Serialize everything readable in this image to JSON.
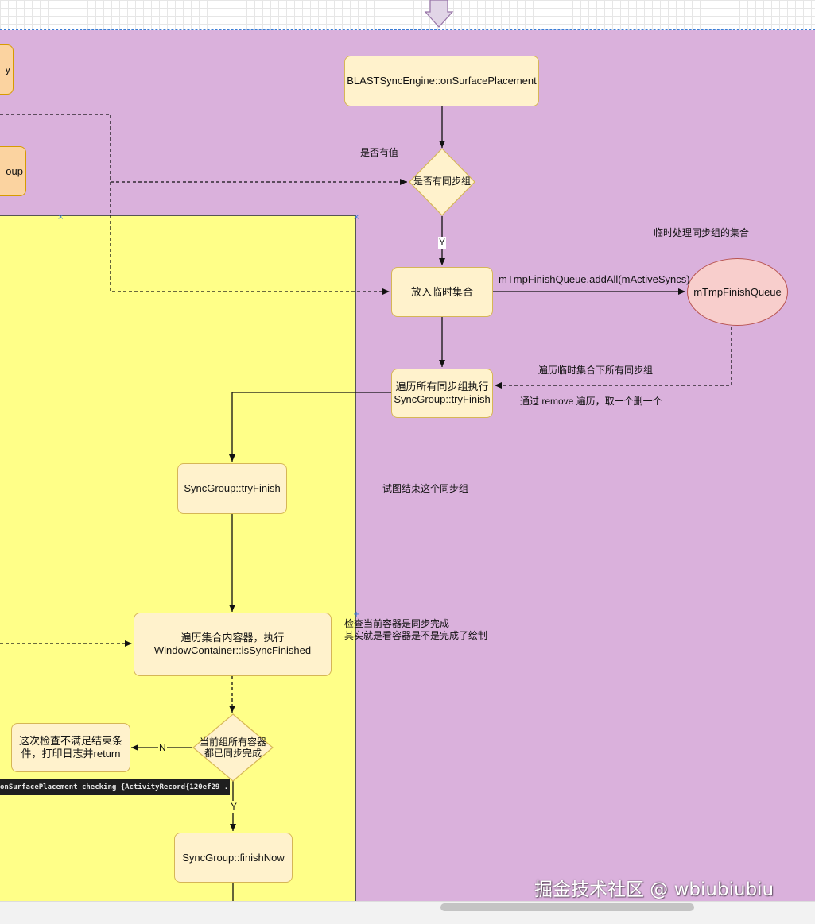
{
  "nodes": {
    "partial_top": "y",
    "partial_group": "oup",
    "on_surface_placement": "BLASTSyncEngine::onSurfacePlacement",
    "has_sync_group": "是否有同步组",
    "put_temp_set": "放入临时集合",
    "tmp_finish_queue": "mTmpFinishQueue",
    "iterate_line1": "遍历所有同步组执行",
    "iterate_line2": "SyncGroup::tryFinish",
    "try_finish": "SyncGroup::tryFinish",
    "iter_container_line1": "遍历集合内容器，执行",
    "iter_container_line2": "WindowContainer::isSyncFinished",
    "all_synced_line1": "当前组所有容器",
    "all_synced_line2": "都已同步完成",
    "not_satisfied_line1": "这次检查不满足结束条",
    "not_satisfied_line2": "件，打印日志并return",
    "finish_now": "SyncGroup::finishNow"
  },
  "labels": {
    "has_value": "是否有值",
    "y_first": "Y",
    "temp_set_title": "临时处理同步组的集合",
    "add_all": "mTmpFinishQueue.addAll(mActiveSyncs)",
    "iterate_temp": "遍历临时集合下所有同步组",
    "remove_iterate": "通过 remove 遍历，取一个删一个",
    "try_end": "试图结束这个同步组",
    "check_line1": "检查当前容器是同步完成",
    "check_line2": "其实就是看容器是不是完成了绘制",
    "n_label": "N",
    "y_second": "Y"
  },
  "console_text": "onSurfacePlacement checking {ActivityRecord{120ef29 ...",
  "watermark": "掘金技术社区 @ wbiubiubiu",
  "colors": {
    "background_purple": "#dab1dc",
    "yellow_container": "#ffff88",
    "node_fill": "#fff2cc",
    "node_border": "#d6b656",
    "orange_fill": "#fbd3a0",
    "ellipse_fill": "#f8cecc"
  }
}
